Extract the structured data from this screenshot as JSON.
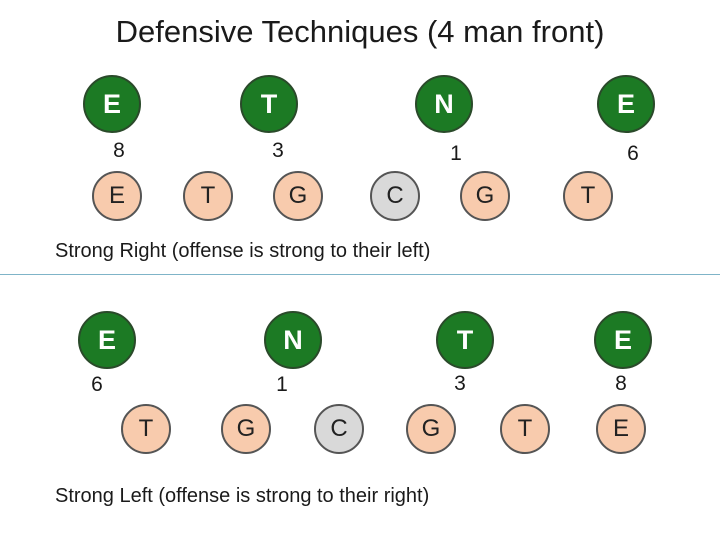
{
  "title": "Defensive Techniques (4 man front)",
  "diagrams": [
    {
      "caption": "Strong Right (offense is strong to their left)",
      "defense": [
        "E",
        "T",
        "N",
        "E"
      ],
      "techniques": [
        "8",
        "3",
        "1",
        "6"
      ],
      "offense": [
        "E",
        "T",
        "G",
        "C",
        "G",
        "T"
      ]
    },
    {
      "caption": "Strong Left (offense is strong to their right)",
      "defense": [
        "E",
        "N",
        "T",
        "E"
      ],
      "techniques": [
        "6",
        "1",
        "3",
        "8"
      ],
      "offense": [
        "T",
        "G",
        "C",
        "G",
        "T",
        "E"
      ]
    }
  ],
  "colors": {
    "defense_fill": "#1c7a24",
    "offense_fill": "#f8cbad",
    "center_fill": "#d9d9d9"
  }
}
